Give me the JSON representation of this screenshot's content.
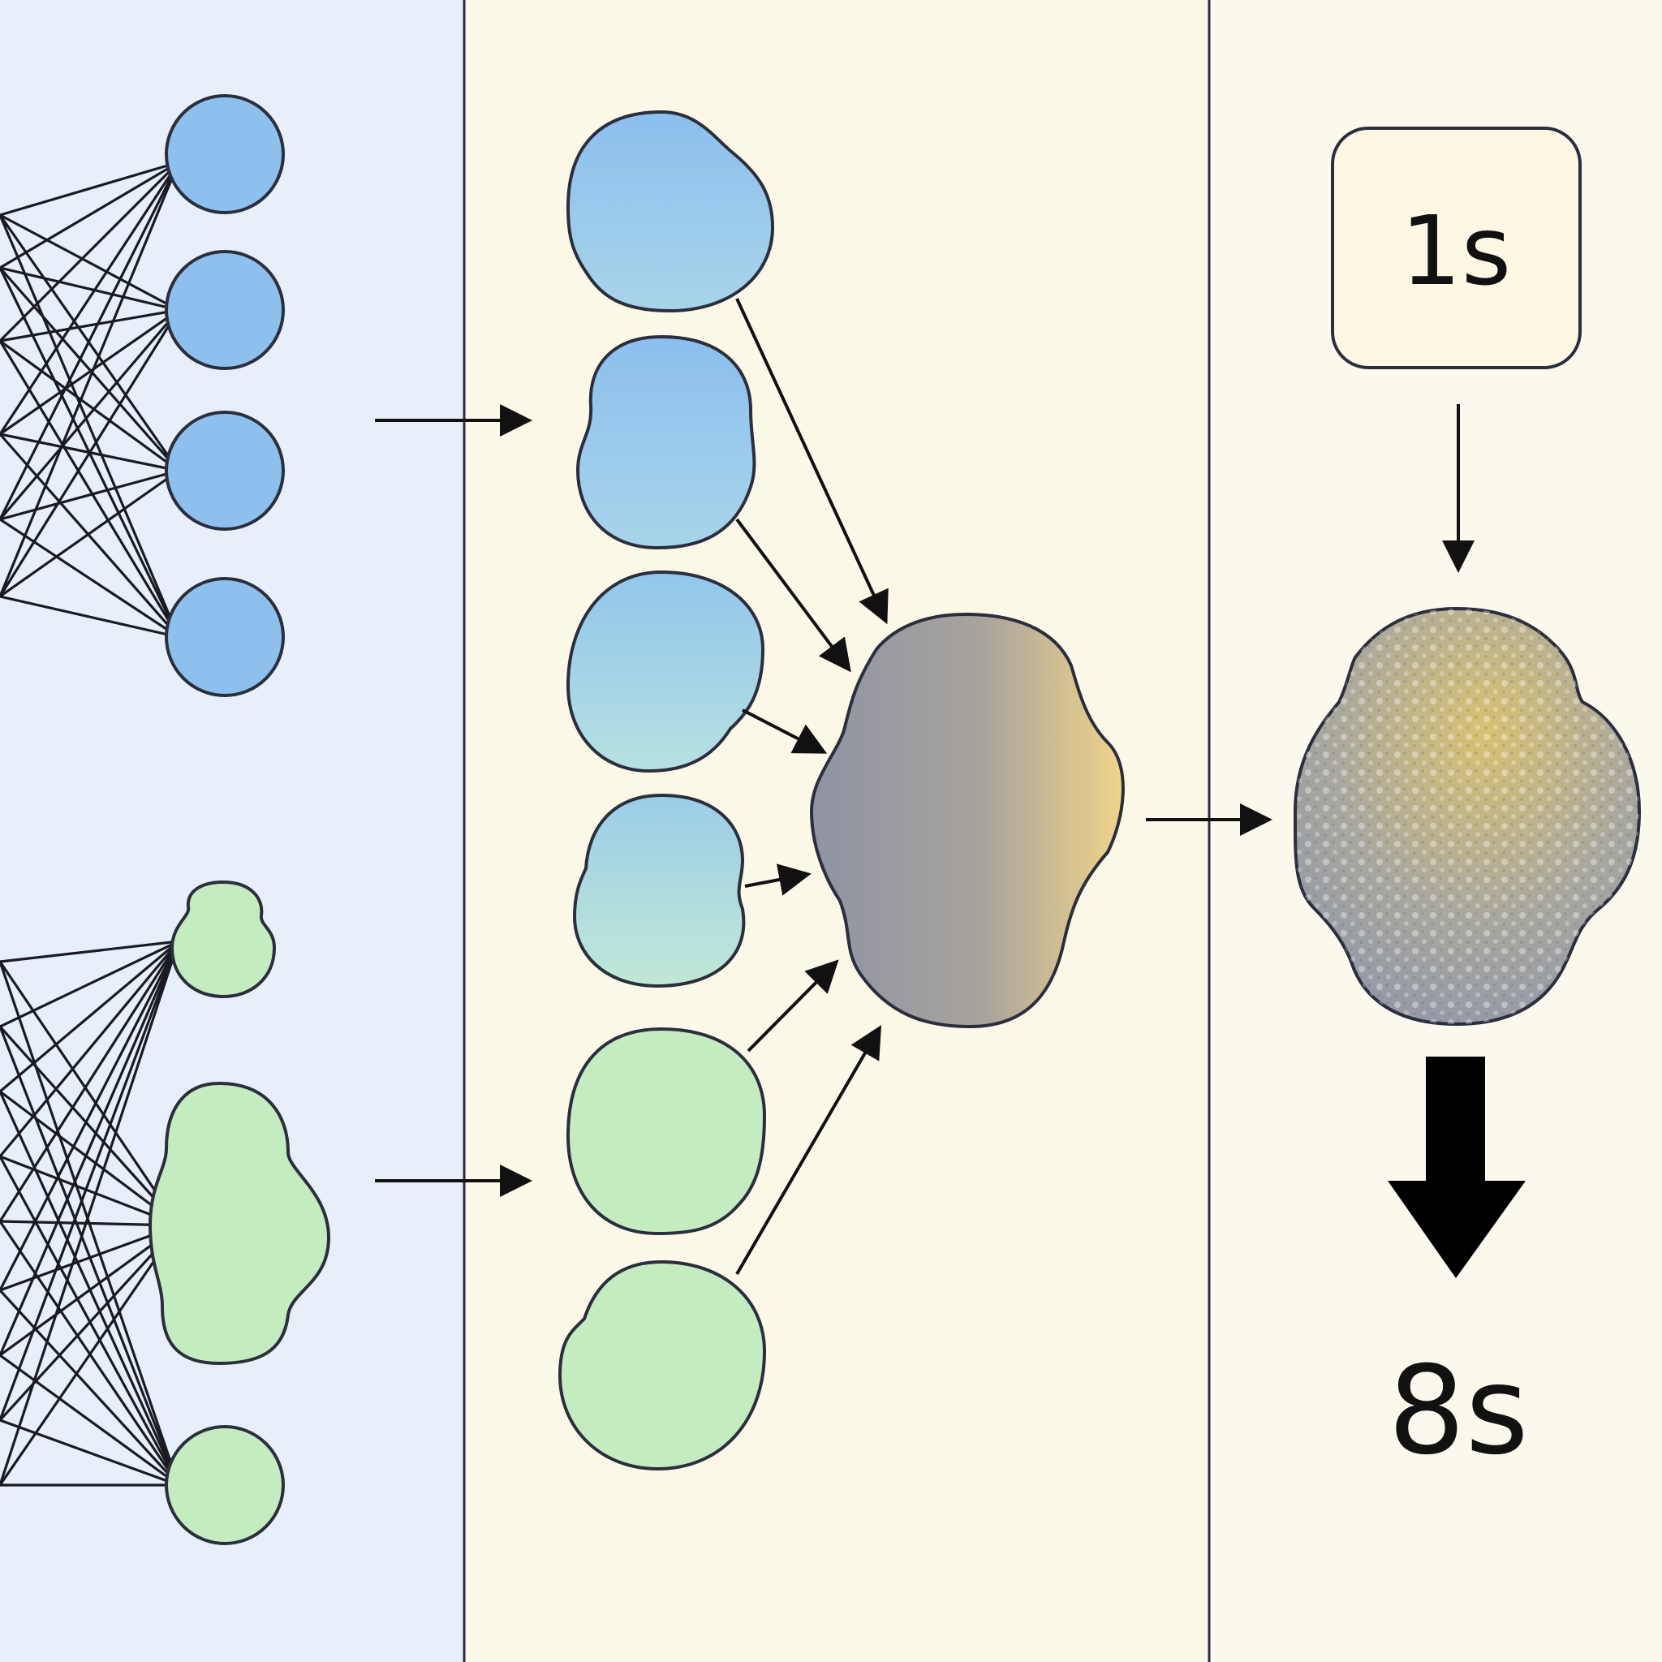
{
  "panels": [
    {
      "id": "left",
      "fill": "#e7f0fa"
    },
    {
      "id": "middle",
      "fill": "#fbf8e7"
    },
    {
      "id": "right",
      "fill": "#fbf9ee"
    }
  ],
  "colors": {
    "blue_node": "#8ec0ee",
    "green_node": "#c5ecc0",
    "merged_gradient": [
      "#8f93a3",
      "#a6a29a",
      "#ecd28a"
    ],
    "final_shape": [
      "#c9b36a",
      "#9aa0b0"
    ],
    "line": "#1a1a22"
  },
  "icons": {
    "step_arrow": "right-arrow-icon",
    "thick_down": "thick-down-arrow-icon"
  },
  "labels": {
    "top_box": "1s",
    "bottom": "8s"
  }
}
